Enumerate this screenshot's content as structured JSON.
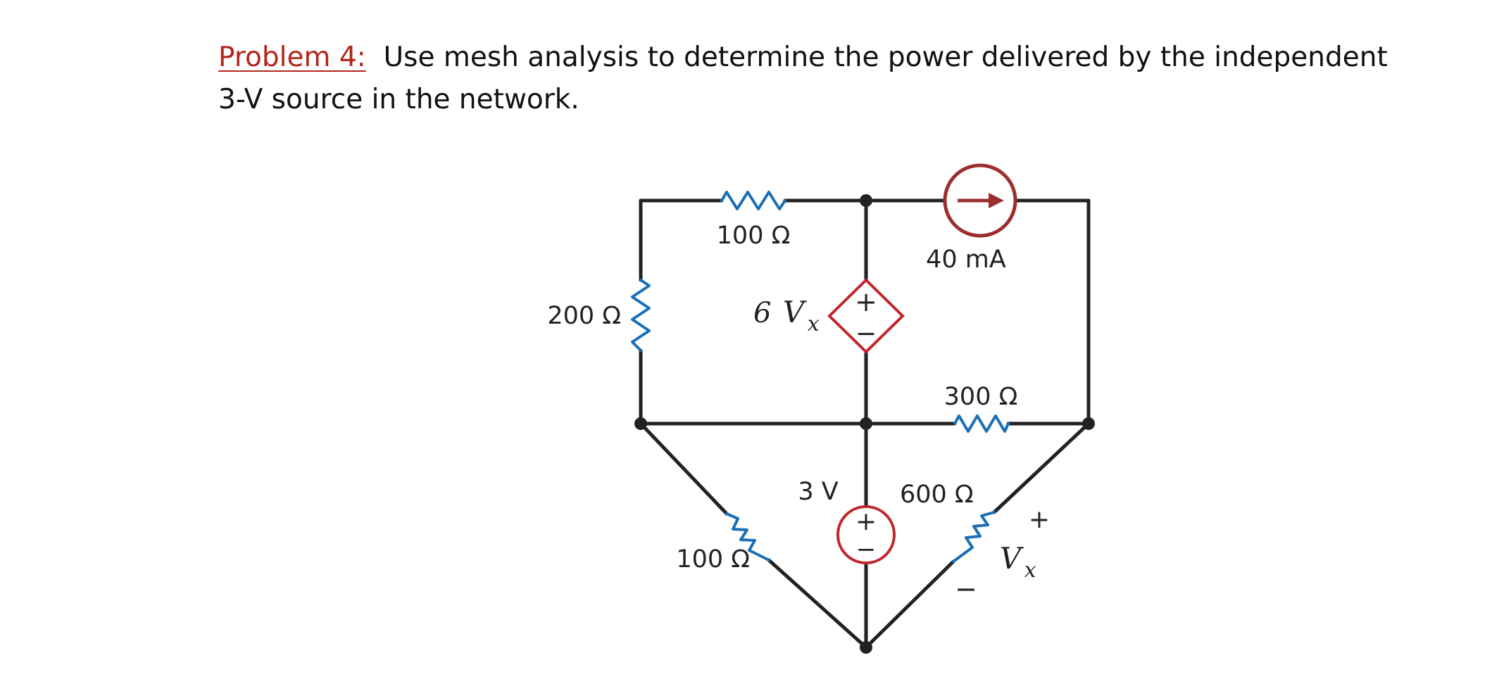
{
  "problem": {
    "label": "Problem 4:",
    "text_line1": "Use mesh analysis to determine the power delivered by the independent",
    "text_line2": "3-V source in the network."
  },
  "components": {
    "r_top": {
      "value": "100 Ω"
    },
    "r_left": {
      "value": "200 Ω"
    },
    "dependent_source": {
      "gain": "6",
      "variable": "V",
      "subscript": "x",
      "plus": "+",
      "minus": "−"
    },
    "current_source": {
      "value": "40 mA"
    },
    "r_mid_right": {
      "value": "300 Ω"
    },
    "voltage_source": {
      "value": "3 V",
      "plus": "+",
      "minus": "−"
    },
    "r_bottom_left": {
      "value": "100 Ω"
    },
    "r_bottom_right": {
      "value": "600 Ω"
    },
    "vx_label": {
      "variable": "V",
      "subscript": "x",
      "plus": "+",
      "minus": "−"
    }
  },
  "colors": {
    "wire": "#222222",
    "resistor": "#1a6fb5",
    "source": "#c0272d",
    "current_source": "#9b2f2f",
    "label_accent": "#b2261c"
  }
}
